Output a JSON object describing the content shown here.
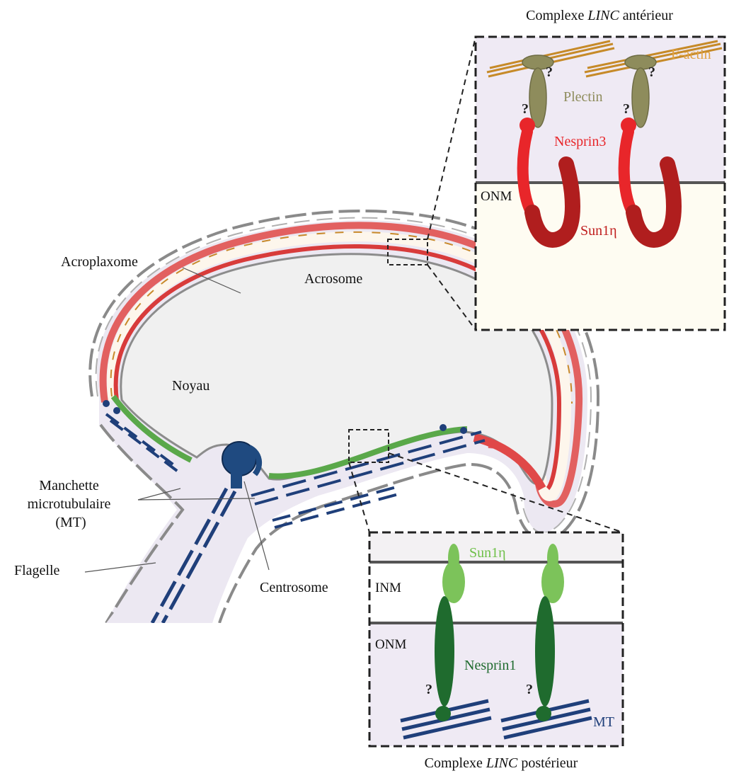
{
  "titles": {
    "anterior_prefix": "Complexe ",
    "anterior_italic": "LINC",
    "anterior_suffix": " antérieur",
    "posterior_prefix": "Complexe ",
    "posterior_italic": "LINC",
    "posterior_suffix": " postérieur"
  },
  "cell_labels": {
    "acroplaxome": "Acroplaxome",
    "acrosome": "Acrosome",
    "noyau": "Noyau",
    "manchette_line1": "Manchette",
    "manchette_line2": "microtubulaire",
    "manchette_line3": "(MT)",
    "flagelle": "Flagelle",
    "centrosome": "Centrosome"
  },
  "anterior_box": {
    "factin": "F-actin",
    "plectin": "Plectin",
    "nesprin3": "Nesprin3",
    "onm": "ONM",
    "sun": "Sun1η",
    "question": "?"
  },
  "posterior_box": {
    "sun": "Sun1η",
    "inm": "INM",
    "onm": "ONM",
    "nesprin1": "Nesprin1",
    "mt": "MT",
    "question": "?"
  },
  "colors": {
    "factin": "#d9982b",
    "plectin": "#8b8a5a",
    "nesprin3": "#e8262a",
    "sun_anterior": "#b01e1e",
    "sun_posterior": "#7cc35a",
    "nesprin1": "#1f6b2e",
    "microtubule": "#1f3f7a",
    "membrane_fill": "#ece8f2"
  }
}
